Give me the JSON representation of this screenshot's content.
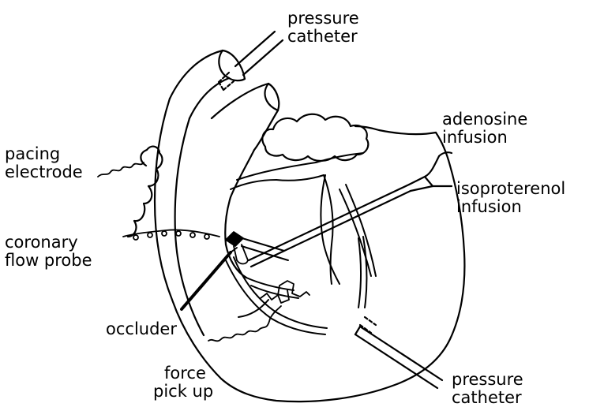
{
  "labels": {
    "pressure_catheter_top": [
      "pressure",
      "catheter"
    ],
    "adenosine_infusion": [
      "adenosine",
      "infusion"
    ],
    "isoproterenol_infusion": [
      "isoproterenol",
      "infusion"
    ],
    "pacing_electrode": [
      "pacing",
      "electrode"
    ],
    "coronary_flow_probe": [
      "coronary",
      "flow probe"
    ],
    "occluder": "occluder",
    "force_pick_up": [
      "force",
      "pick up"
    ],
    "pressure_catheter_bottom": [
      "pressure",
      "catheter"
    ]
  },
  "colors": {
    "ink": "#000000",
    "background": "#ffffff"
  }
}
